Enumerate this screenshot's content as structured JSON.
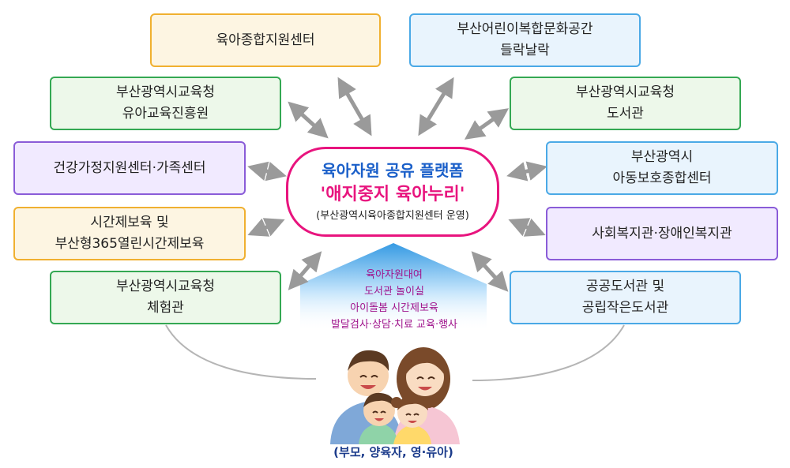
{
  "center": {
    "title": "육아자원 공유 플랫폼",
    "name": "'애지중지 육아누리'",
    "operator": "(부산광역시육아종합지원센터 운영)"
  },
  "nodes": [
    {
      "id": "n1",
      "lines": [
        "육아종합지원센터"
      ],
      "color": "orange"
    },
    {
      "id": "n2",
      "lines": [
        "부산어린이복합문화공간",
        "들락날락"
      ],
      "color": "blue"
    },
    {
      "id": "n3",
      "lines": [
        "부산광역시교육청",
        "유아교육진흥원"
      ],
      "color": "green"
    },
    {
      "id": "n4",
      "lines": [
        "부산광역시교육청",
        "도서관"
      ],
      "color": "green"
    },
    {
      "id": "n5",
      "lines": [
        "건강가정지원센터·가족센터"
      ],
      "color": "purple"
    },
    {
      "id": "n6",
      "lines": [
        "부산광역시",
        "아동보호종합센터"
      ],
      "color": "blue"
    },
    {
      "id": "n7",
      "lines": [
        "시간제보육 및",
        "부산형365열린시간제보육"
      ],
      "color": "orange"
    },
    {
      "id": "n8",
      "lines": [
        "사회복지관·장애인복지관"
      ],
      "color": "purple"
    },
    {
      "id": "n9",
      "lines": [
        "부산광역시교육청",
        "체험관"
      ],
      "color": "green"
    },
    {
      "id": "n10",
      "lines": [
        "공공도서관 및",
        "공립작은도서관"
      ],
      "color": "blue"
    }
  ],
  "services": [
    "육아자원대여",
    "도서관  놀이실",
    "아이돌봄  시간제보육",
    "발달검사·상담·치료    교육·행사"
  ],
  "beneficiaries": "(부모, 양육자, 영·유아)",
  "colors": {
    "accent_pink": "#e8147e",
    "accent_blue": "#1a5fc9",
    "service_text": "#a0148c",
    "arrow_gray": "#999999"
  }
}
